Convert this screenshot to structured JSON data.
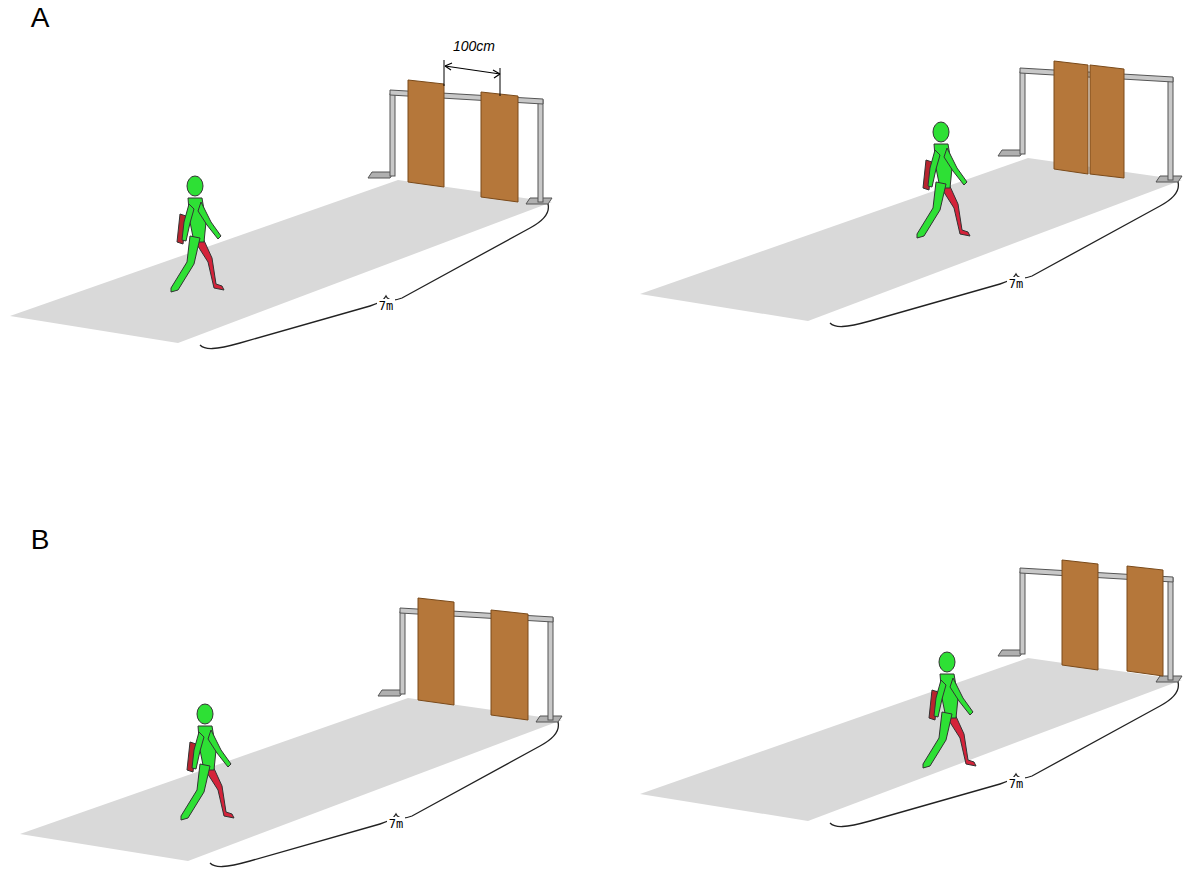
{
  "diagram": {
    "labels": [
      "A",
      "100cm",
      "7m",
      "7m",
      "B",
      "7m",
      "7m"
    ]
  }
}
